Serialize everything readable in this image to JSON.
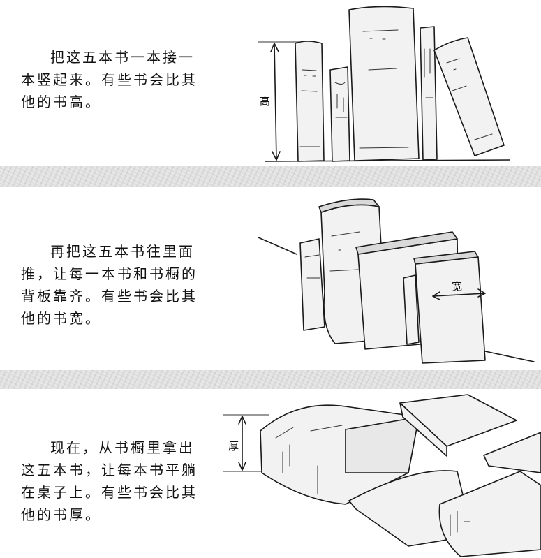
{
  "sections": [
    {
      "text": "把这五本书一本接一本竖起来。有些书会比其他的书高。",
      "dimension_label": "高"
    },
    {
      "text": "再把这五本书往里面推，让每一本书和书橱的背板靠齐。有些书会比其他的书宽。",
      "dimension_label": "宽"
    },
    {
      "text": "现在，从书橱里拿出这五本书，让每本书平躺在桌子上。有些书会比其他的书厚。",
      "dimension_label": "厚"
    }
  ],
  "colors": {
    "background": "#ffffff",
    "divider_band": "#e6e6e6",
    "ink": "#1a1a1a"
  }
}
